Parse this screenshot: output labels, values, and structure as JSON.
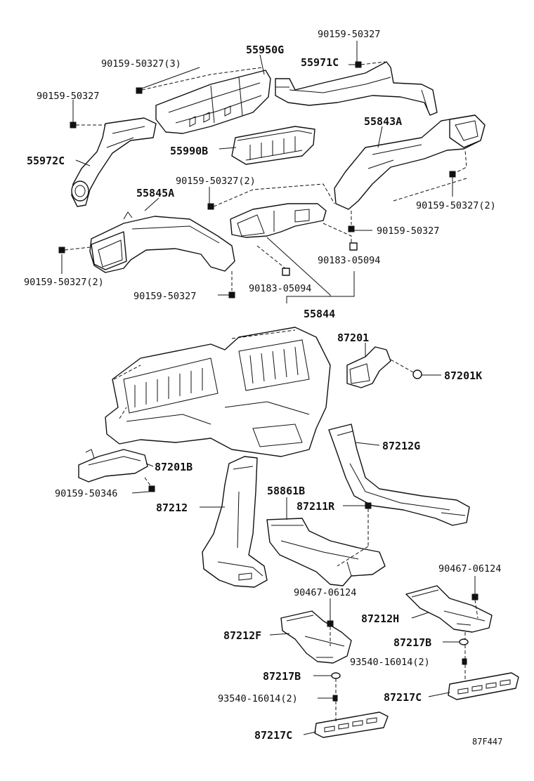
{
  "labels": {
    "p90159_50327_a": "90159-50327",
    "p55950G": "55950G",
    "p90159_50327_3": "90159-50327(3)",
    "p55971C": "55971C",
    "p90159_50327_b": "90159-50327",
    "p55972C": "55972C",
    "p55990B": "55990B",
    "p55843A": "55843A",
    "p90159_50327_2a": "90159-50327(2)",
    "p55845A": "55845A",
    "p90159_50327_2b": "90159-50327(2)",
    "p90159_50327_c": "90159-50327",
    "p90183_05094_a": "90183-05094",
    "p90159_50327_2c": "90159-50327(2)",
    "p90183_05094_b": "90183-05094",
    "p90159_50327_d": "90159-50327",
    "p55844": "55844",
    "p87201": "87201",
    "p87201K": "87201K",
    "p87212G": "87212G",
    "p87201B": "87201B",
    "p90159_50346": "90159-50346",
    "p58861B": "58861B",
    "p87211R": "87211R",
    "p87212": "87212",
    "p90467_06124_a": "90467-06124",
    "p90467_06124_b": "90467-06124",
    "p87212H": "87212H",
    "p87212F": "87212F",
    "p87217B_a": "87217B",
    "p93540_16014_a": "93540-16014(2)",
    "p87217B_b": "87217B",
    "p93540_16014_b": "93540-16014(2)",
    "p87217C_a": "87217C",
    "p87217C_b": "87217C"
  },
  "reference_code": "87F447"
}
